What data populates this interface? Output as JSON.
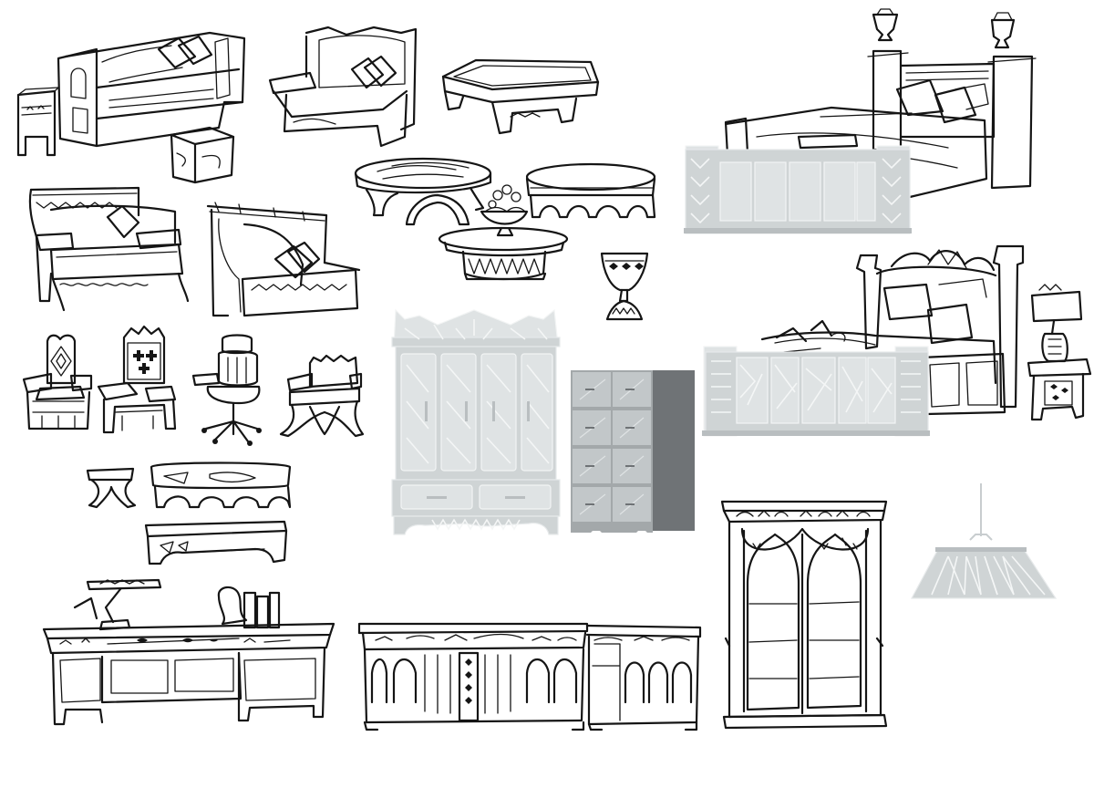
{
  "sheet": {
    "items": [
      "sofa-with-side-table",
      "ottoman",
      "loveseat",
      "coffee-table",
      "canopy-bed-sketch",
      "bed-footboard-gray",
      "carved-loveseat",
      "high-back-settee",
      "oval-coffee-table",
      "round-coffee-table",
      "fruit-bowl",
      "oval-side-table",
      "goblet",
      "wardrobe-gray",
      "tall-chest-gray",
      "bed-with-nightstand-sketch",
      "footboard-gray-ornate",
      "armchair",
      "throne-chair",
      "office-chair",
      "x-frame-chair",
      "small-x-stool",
      "carved-bench",
      "low-bench",
      "writing-desk",
      "gothic-sideboard",
      "gothic-bookcase",
      "pendant-lamp-gray"
    ]
  },
  "colors": {
    "ink": "#151515",
    "paper": "#ffffff",
    "gray": "#cfd4d5",
    "dark_gray": "#6f7376"
  }
}
